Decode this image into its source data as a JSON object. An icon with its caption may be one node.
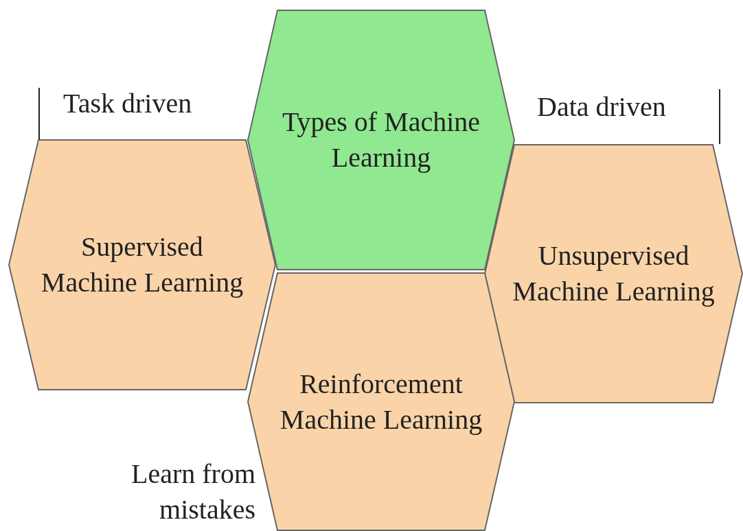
{
  "diagram": {
    "nodes": [
      {
        "text": [
          "Types of Machine Learning"
        ]
      },
      {
        "text": [
          "Supervised Machine Learning"
        ],
        "beside": [
          "Task driven"
        ]
      },
      {
        "text": [
          "Unsupervised Machine Learning"
        ],
        "beside": [
          "Data driven"
        ]
      },
      {
        "text": [
          "Reinforcement Machine Learning"
        ],
        "beside": [
          "Learn from mistakes"
        ]
      }
    ]
  }
}
